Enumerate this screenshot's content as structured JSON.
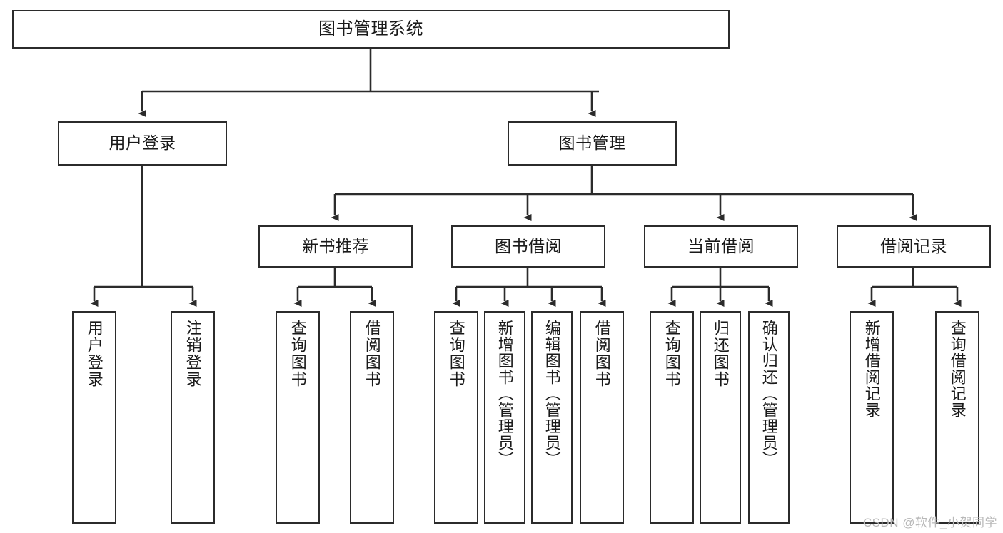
{
  "diagram": {
    "title": "图书管理系统",
    "type": "hierarchy-tree",
    "root": {
      "id": "root",
      "label": "图书管理系统"
    },
    "level2": [
      {
        "id": "user-login",
        "label": "用户登录"
      },
      {
        "id": "book-manage",
        "label": "图书管理"
      }
    ],
    "level3": [
      {
        "id": "new-book-rec",
        "label": "新书推荐",
        "parent": "book-manage"
      },
      {
        "id": "book-borrow",
        "label": "图书借阅",
        "parent": "book-manage"
      },
      {
        "id": "current-borrow",
        "label": "当前借阅",
        "parent": "book-manage"
      },
      {
        "id": "borrow-record",
        "label": "借阅记录",
        "parent": "book-manage"
      }
    ],
    "leaves": [
      {
        "id": "leaf-user-login",
        "label": "用户登录",
        "parent": "user-login"
      },
      {
        "id": "leaf-user-logout",
        "label": "注销登录",
        "parent": "user-login"
      },
      {
        "id": "leaf-query-book-1",
        "label": "查询图书",
        "parent": "new-book-rec"
      },
      {
        "id": "leaf-borrow-book-1",
        "label": "借阅图书",
        "parent": "new-book-rec"
      },
      {
        "id": "leaf-query-book-2",
        "label": "查询图书",
        "parent": "book-borrow"
      },
      {
        "id": "leaf-add-book",
        "label": "新增图书（管理员）",
        "parent": "book-borrow"
      },
      {
        "id": "leaf-edit-book",
        "label": "编辑图书（管理员）",
        "parent": "book-borrow"
      },
      {
        "id": "leaf-borrow-book-2",
        "label": "借阅图书",
        "parent": "book-borrow"
      },
      {
        "id": "leaf-query-book-3",
        "label": "查询图书",
        "parent": "current-borrow"
      },
      {
        "id": "leaf-return-book",
        "label": "归还图书",
        "parent": "current-borrow"
      },
      {
        "id": "leaf-confirm-return",
        "label": "确认归还（管理员）",
        "parent": "current-borrow"
      },
      {
        "id": "leaf-add-record",
        "label": "新增借阅记录",
        "parent": "borrow-record"
      },
      {
        "id": "leaf-query-record",
        "label": "查询借阅记录",
        "parent": "borrow-record"
      }
    ]
  },
  "watermark": {
    "text": "CSDN @软件_小贺同学"
  },
  "colors": {
    "stroke": "#2b2b2b",
    "background": "#ffffff",
    "text": "#1a1a1a",
    "watermark": "#b8b8b8"
  }
}
